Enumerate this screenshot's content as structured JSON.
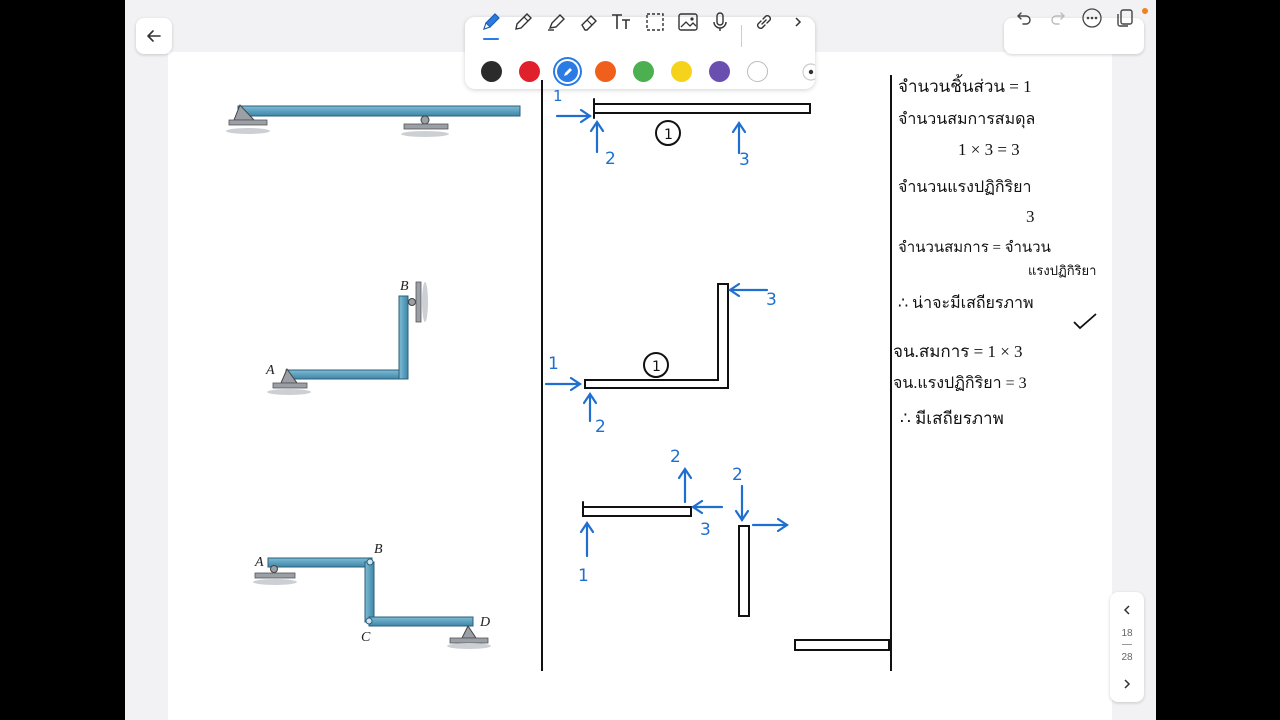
{
  "toolbar": {
    "tools": [
      "pen",
      "pencil",
      "highlighter",
      "eraser",
      "text",
      "lasso",
      "image",
      "microphone",
      "link"
    ],
    "active_tool": "pen",
    "colors": [
      "#2b2b2b",
      "#e0202a",
      "#2a7be4",
      "#f0601c",
      "#4caf50",
      "#f5d31c",
      "#6a4fb0",
      "#ffffff"
    ],
    "selected_color": "#2a7be4"
  },
  "pager": {
    "current": "18",
    "total": "28"
  },
  "figures": {
    "fig2": {
      "label_a": "A",
      "label_b": "B"
    },
    "fig3": {
      "label_a": "A",
      "label_b": "B",
      "label_c": "C",
      "label_d": "D"
    }
  },
  "sketch": {
    "s1": {
      "n1": "1",
      "n2": "2",
      "n3": "3",
      "member": "1"
    },
    "s2": {
      "n1": "1",
      "n2": "2",
      "n3": "3",
      "member": "1"
    },
    "s3": {
      "a2": "2",
      "a3": "3",
      "a1": "1",
      "b2": "2"
    }
  },
  "notes": {
    "line1": "จำนวนชิ้นส่วน = 1",
    "line2": "จำนวนสมการสมดุล",
    "line3": "1 × 3 = 3",
    "line4": "จำนวนแรงปฏิกิริยา",
    "line5": "3",
    "line6": "จำนวนสมการ = จำนวน",
    "line7": "แรงปฏิกิริยา",
    "line8": "∴ น่าจะมีเสถียรภาพ",
    "line9": "จน.สมการ = 1 × 3",
    "line10": "จน.แรงปฏิกิริยา = 3",
    "line11": "∴ มีเสถียรภาพ"
  }
}
